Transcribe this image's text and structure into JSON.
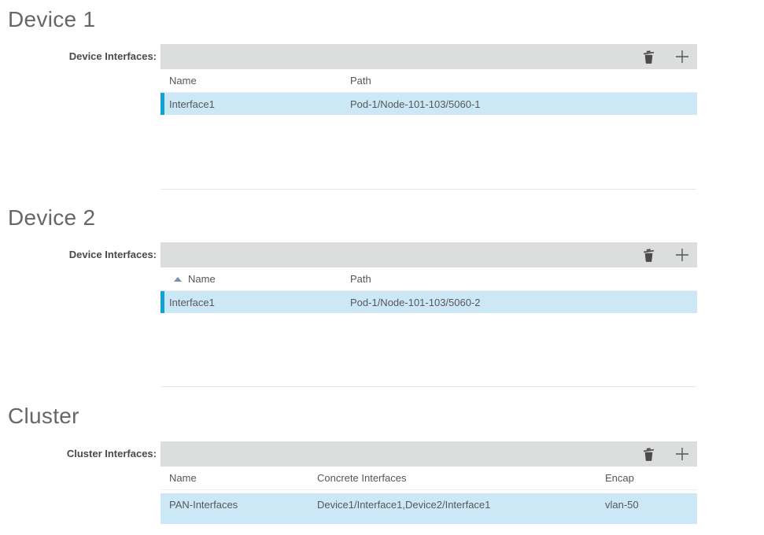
{
  "colors": {
    "toolbar_bg": "#dcdddd",
    "selected_row_bg": "#cce7f6",
    "selected_row_bar": "#14a1d8",
    "heading_text": "#66676a",
    "body_text": "#58585b",
    "sort_arrow": "#7193b5",
    "icon": "#4b4b4e"
  },
  "sections": [
    {
      "title": "Device 1",
      "label": "Device Interfaces:",
      "toolbar": {
        "delete_icon": "trash-icon",
        "add_icon": "plus-icon"
      },
      "columns": {
        "name": "Name",
        "path": "Path"
      },
      "row": {
        "name": "Interface1",
        "path": "Pod-1/Node-101-103/5060-1",
        "selected": true
      }
    },
    {
      "title": "Device 2",
      "label": "Device Interfaces:",
      "toolbar": {
        "delete_icon": "trash-icon",
        "add_icon": "plus-icon"
      },
      "sort": {
        "column": "Name",
        "direction": "ascending"
      },
      "columns": {
        "name": "Name",
        "path": "Path"
      },
      "row": {
        "name": "Interface1",
        "path": "Pod-1/Node-101-103/5060-2",
        "selected": true
      }
    },
    {
      "title": "Cluster",
      "label": "Cluster Interfaces:",
      "toolbar": {
        "delete_icon": "trash-icon",
        "add_icon": "plus-icon"
      },
      "columns": {
        "name": "Name",
        "concrete": "Concrete Interfaces",
        "encap": "Encap"
      },
      "row": {
        "name": "PAN-Interfaces",
        "concrete": "Device1/Interface1,Device2/Interface1",
        "encap": "vlan-50",
        "selected": false
      }
    }
  ]
}
